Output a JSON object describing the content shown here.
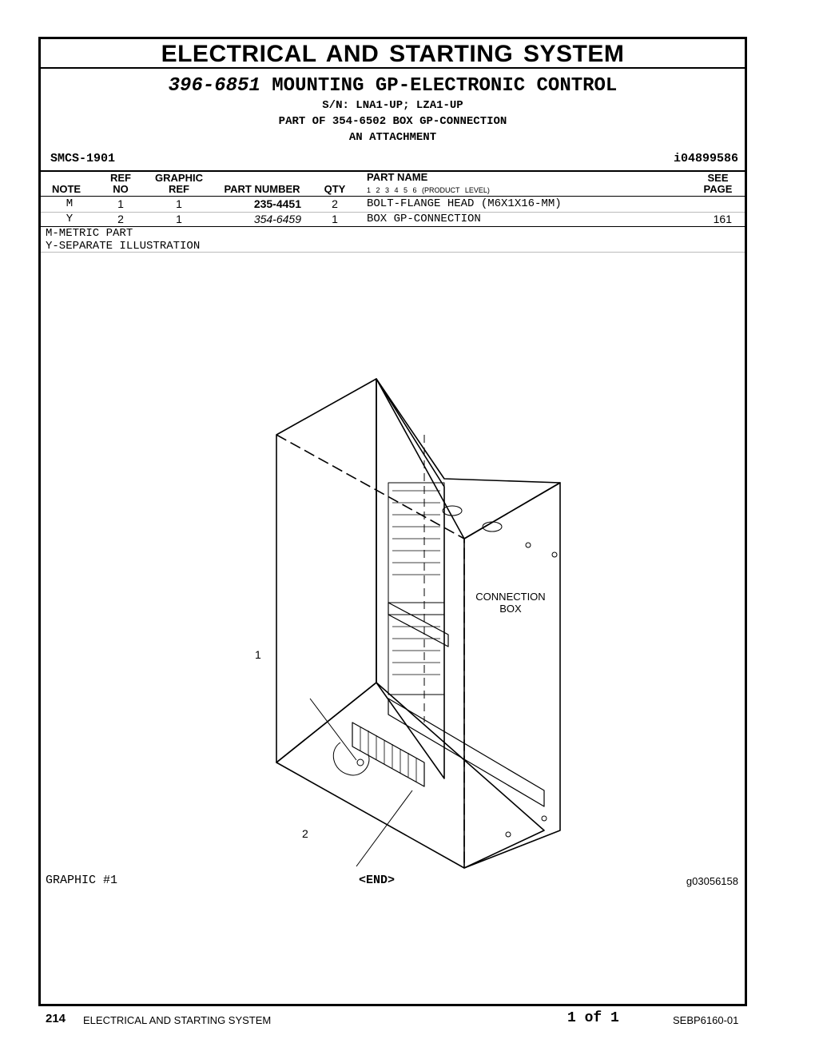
{
  "page_title": "ELECTRICAL  AND  STARTING  SYSTEM",
  "group": {
    "part_number": "396-6851",
    "name": "MOUNTING GP-ELECTRONIC CONTROL",
    "serial": "S/N: LNA1-UP; LZA1-UP",
    "part_of": "PART OF 354-6502 BOX GP-CONNECTION",
    "attachment": "AN ATTACHMENT"
  },
  "smcs": "SMCS-1901",
  "identifier": "i04899586",
  "columns": {
    "note": "NOTE",
    "ref_no_1": "REF",
    "ref_no_2": "NO",
    "graphic_ref_1": "GRAPHIC",
    "graphic_ref_2": "REF",
    "part_number": "PART NUMBER",
    "qty": "QTY",
    "part_name": "PART NAME",
    "product_level": "1 2 3 4 5 6 (PRODUCT LEVEL)",
    "see_page_1": "SEE",
    "see_page_2": "PAGE"
  },
  "rows": [
    {
      "note": "M",
      "ref_no": "1",
      "graphic_ref": "1",
      "part_number": "235-4451",
      "qty": "2",
      "part_name": "BOLT-FLANGE HEAD (M6X1X16-MM)",
      "see_page": ""
    },
    {
      "note": "Y",
      "ref_no": "2",
      "graphic_ref": "1",
      "part_number": "354-6459",
      "qty": "1",
      "part_name": "BOX GP-CONNECTION",
      "see_page": "161"
    }
  ],
  "notes": [
    "M-METRIC PART",
    "Y-SEPARATE ILLUSTRATION"
  ],
  "illustration": {
    "box_label_1": "CONNECTION",
    "box_label_2": "BOX",
    "callout_1": "1",
    "callout_2": "2"
  },
  "graphic_label": "GRAPHIC #1",
  "end_marker": "<END>",
  "graphic_id": "g03056158",
  "footer": {
    "page_number": "214",
    "section": "ELECTRICAL AND STARTING SYSTEM",
    "page_of": "1 of 1",
    "doc_id": "SEBP6160-01"
  }
}
